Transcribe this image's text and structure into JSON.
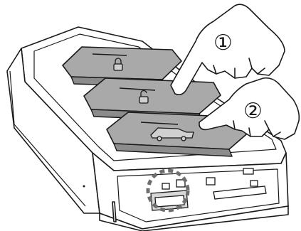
{
  "diagram": {
    "steps": [
      {
        "label": "①",
        "action": "press-button"
      },
      {
        "label": "②",
        "action": "press-button"
      }
    ],
    "buttons": [
      {
        "icon": "lock-icon"
      },
      {
        "icon": "unlock-icon"
      },
      {
        "icon": "trunk-icon"
      }
    ],
    "highlight": {
      "icon": "dashed-circle-icon"
    },
    "colors": {
      "stroke": "#1a1a1a",
      "button_fill": "#8c8c8c",
      "button_top": "#a9a9a9",
      "body_fill": "#ffffff"
    }
  }
}
